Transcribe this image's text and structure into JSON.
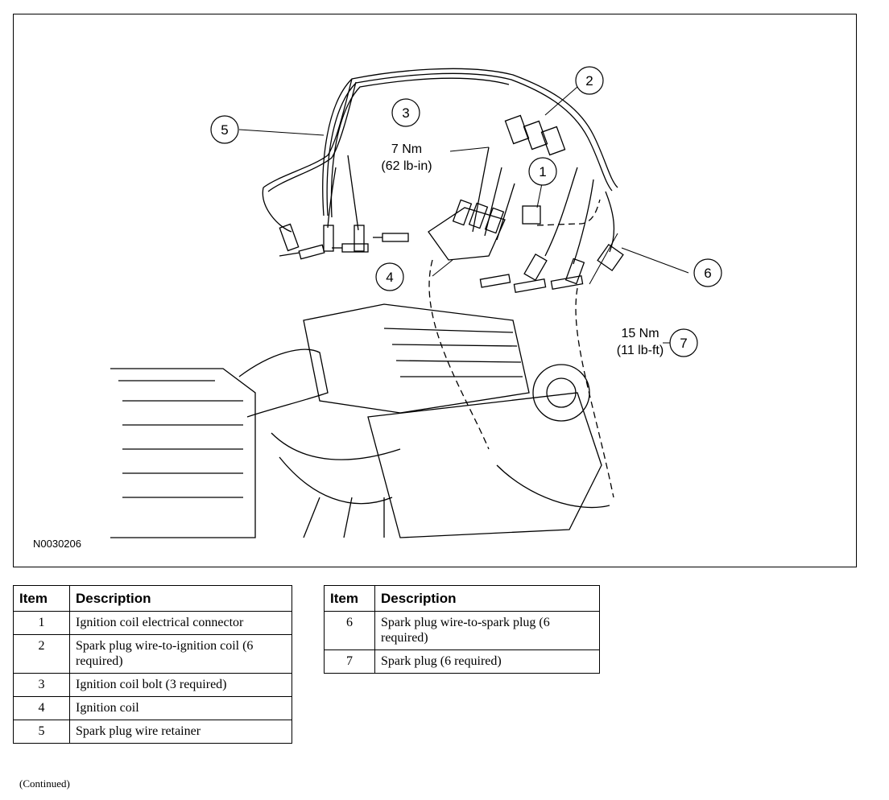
{
  "figure": {
    "code": "N0030206",
    "callouts": [
      "1",
      "2",
      "3",
      "4",
      "5",
      "6",
      "7"
    ],
    "torque_coil_bolt": [
      "7 Nm",
      "(62 lb-in)"
    ],
    "torque_spark_plug": [
      "15 Nm",
      "(11 lb-ft)"
    ]
  },
  "legend_headers": {
    "item": "Item",
    "description": "Description"
  },
  "legend_left": [
    {
      "item": "1",
      "description": "Ignition coil electrical connector"
    },
    {
      "item": "2",
      "description": "Spark plug wire-to-ignition coil (6 required)"
    },
    {
      "item": "3",
      "description": "Ignition coil bolt (3 required)"
    },
    {
      "item": "4",
      "description": "Ignition coil"
    },
    {
      "item": "5",
      "description": "Spark plug wire retainer"
    }
  ],
  "legend_right": [
    {
      "item": "6",
      "description": "Spark plug wire-to-spark plug (6 required)"
    },
    {
      "item": "7",
      "description": "Spark plug (6 required)"
    }
  ],
  "continued": "(Continued)"
}
